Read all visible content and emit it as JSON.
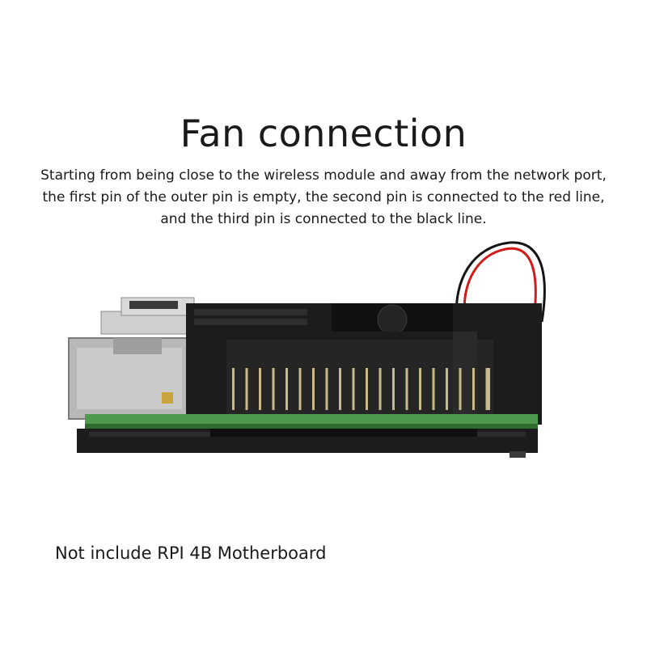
{
  "title": "Fan connection",
  "description": "Starting from being close to the wireless module and away from the network port, the first pin of the outer pin is empty, the second pin is connected to the red line, and the third pin is connected to the black line.",
  "footnote": "Not include RPI 4B Motherboard",
  "colors": {
    "case": "#1c1c1c",
    "pcb": "#4e9a4e",
    "red_wire": "#d11b1b",
    "black_wire": "#151515",
    "pin": "#c9b98a"
  }
}
